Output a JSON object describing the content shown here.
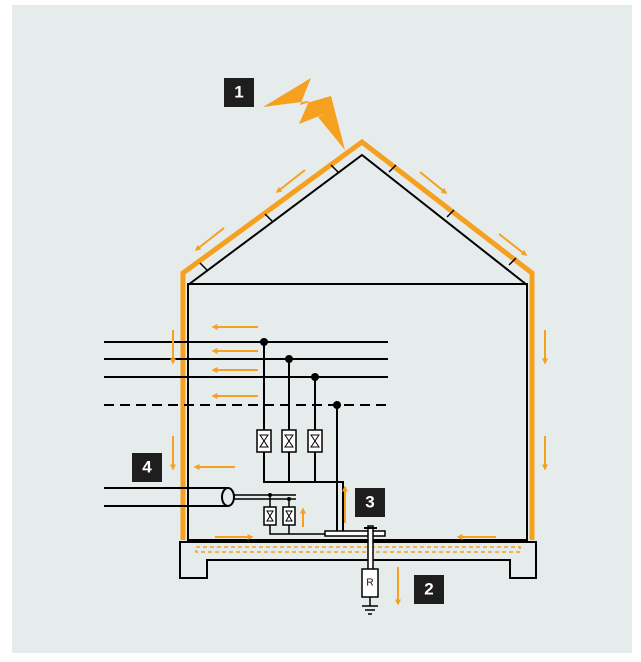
{
  "labels": {
    "tag_1": "1",
    "tag_2": "2",
    "tag_3": "3",
    "tag_4": "4",
    "resistor": "R"
  },
  "colors": {
    "background": "#e6ebec",
    "accent": "#f5a01e",
    "line": "#000000",
    "tag_fill": "#1e1e1e"
  }
}
